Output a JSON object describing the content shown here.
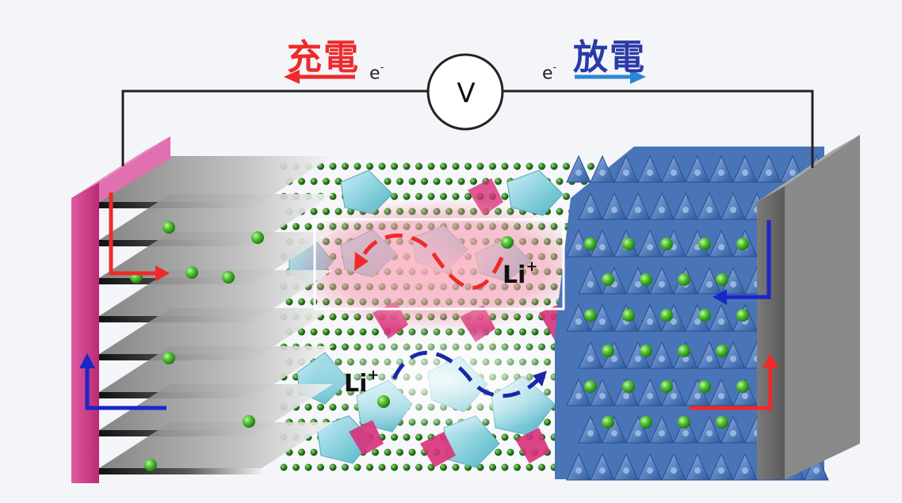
{
  "labels": {
    "charge": "充電",
    "discharge": "放電",
    "electron_left": "e",
    "electron_left_sup": "-",
    "electron_right": "e",
    "electron_right_sup": "-",
    "voltmeter": "V",
    "li_upper": "Li",
    "li_upper_sup": "+",
    "li_lower": "Li",
    "li_lower_sup": "+"
  },
  "colors": {
    "charge": "#ee2a2a",
    "discharge": "#2a3aa8",
    "discharge_arrow": "#2b86d6",
    "anode_collector": "#c8337f",
    "cathode_collector": "#6e6e6e",
    "graphite_sheet": "#2b2b2b",
    "lithium_ion": "#4fc431",
    "electrolyte_polyhedra": "#7ccddd",
    "electrolyte_accent": "#d8317a",
    "cathode_polyhedra": "#3f6cb3",
    "highlight_box": "#ffffff"
  },
  "icons": {
    "voltmeter": "voltmeter-circle-icon",
    "charge_arrow": "arrow-left-icon",
    "discharge_arrow": "arrow-right-icon"
  }
}
